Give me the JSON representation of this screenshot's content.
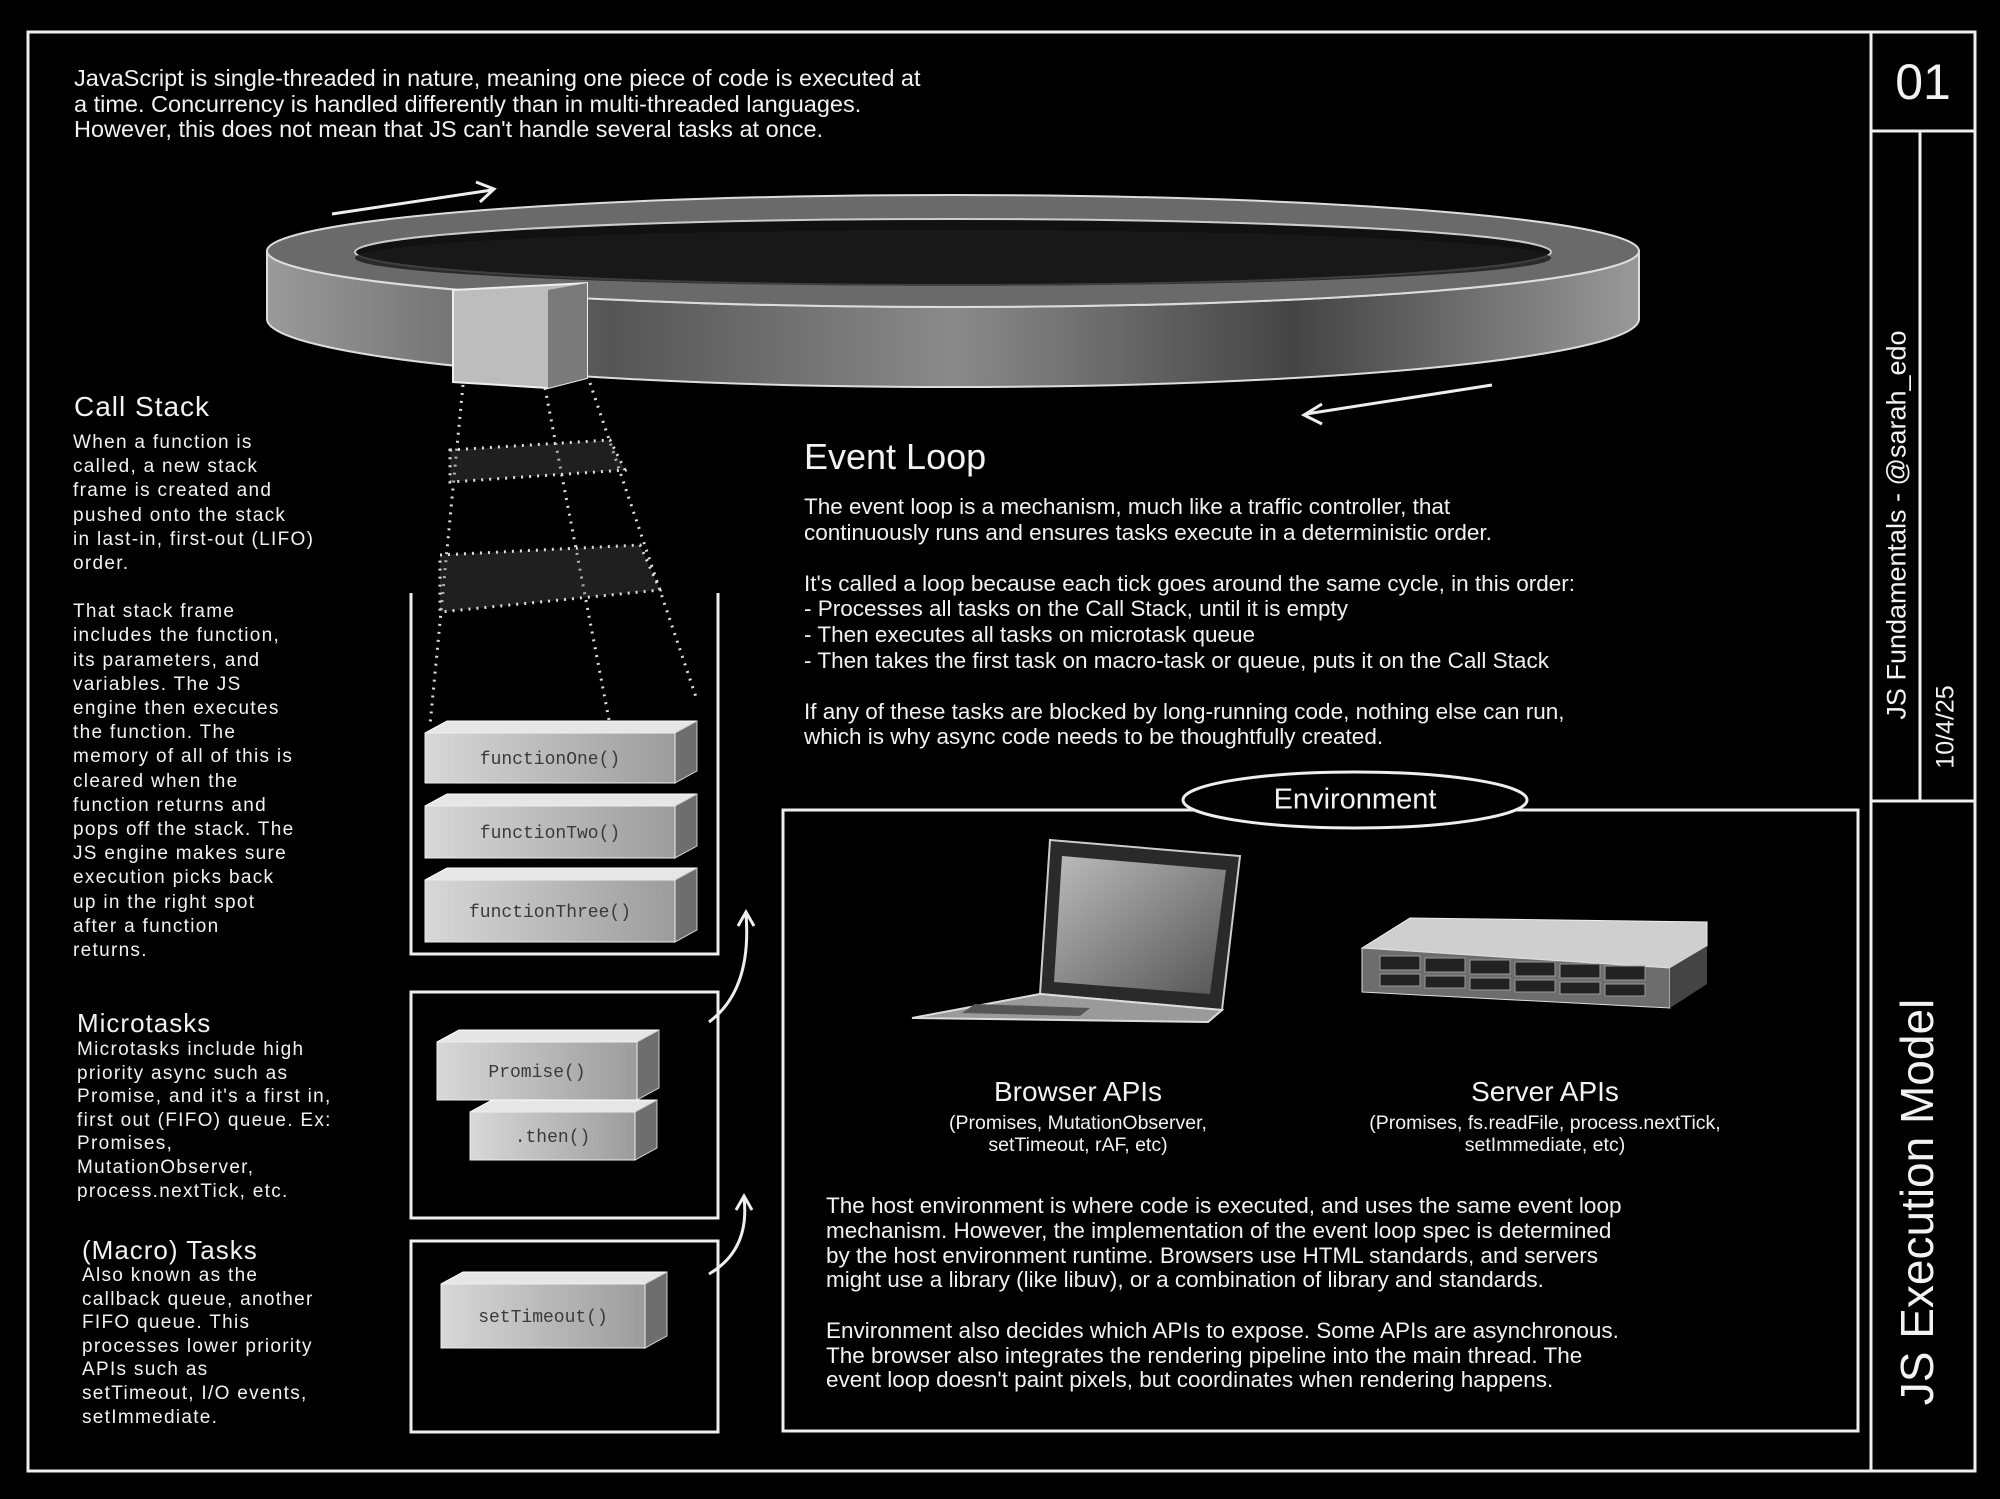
{
  "intro": {
    "lines": [
      "JavaScript is single-threaded in nature, meaning one piece of code is executed at",
      "a time. Concurrency is handled differently than in multi-threaded languages.",
      "However, this does not mean that JS can't handle several tasks at once."
    ]
  },
  "call_stack": {
    "title": "Call Stack",
    "para1": [
      "When a function is",
      "called, a new stack",
      "frame is created and",
      "pushed onto the stack",
      "in last-in, first-out (LIFO)",
      "order."
    ],
    "para2": [
      "That stack frame",
      "includes the function,",
      "its parameters, and",
      "variables. The JS",
      "engine then executes",
      "the function. The",
      "memory of all of this is",
      "cleared when the",
      "function returns and",
      "pops off the stack. The",
      "JS engine makes sure",
      "execution picks back",
      "up in the right spot",
      "after a function",
      "returns."
    ],
    "frames": [
      "functionOne()",
      "functionTwo()",
      "functionThree()"
    ]
  },
  "microtasks": {
    "title": "Microtasks",
    "lines": [
      "Microtasks include high",
      "priority async such as",
      "Promise, and it's a first in,",
      "first out (FIFO) queue. Ex:",
      "Promises,",
      "MutationObserver,",
      "process.nextTick, etc."
    ],
    "items": [
      "Promise()",
      ".then()"
    ]
  },
  "macrotasks": {
    "title": "(Macro) Tasks",
    "lines": [
      "Also known as the",
      "callback queue, another",
      "FIFO queue. This",
      "processes lower priority",
      "APIs such as",
      "setTimeout, I/O events,",
      "setImmediate."
    ],
    "items": [
      "setTimeout()"
    ]
  },
  "event_loop": {
    "title": "Event Loop",
    "para1": [
      "The event loop is a mechanism, much like a traffic controller, that",
      "continuously runs and ensures tasks execute in a deterministic order."
    ],
    "para2": [
      "It's called a loop because each tick goes around the same cycle, in this order:",
      "- Processes all tasks on the Call Stack, until it is empty",
      "- Then executes all tasks on microtask queue",
      "- Then takes the first task on macro-task or queue, puts it on the Call Stack"
    ],
    "para3": [
      "If any of these tasks are blocked by long-running code, nothing else can run,",
      "which is why async code needs to be thoughtfully created."
    ]
  },
  "environment": {
    "label": "Environment",
    "browser": {
      "title": "Browser APIs",
      "sub": [
        "(Promises, MutationObserver,",
        "setTimeout, rAF, etc)"
      ]
    },
    "server": {
      "title": "Server APIs",
      "sub": [
        "(Promises, fs.readFile, process.nextTick,",
        "setImmediate, etc)"
      ]
    },
    "para1": [
      "The host environment is where code is executed, and uses the same event loop",
      "mechanism. However, the implementation of the event loop spec is determined",
      "by the host environment runtime. Browsers use HTML standards, and servers",
      "might use a library (like libuv), or a combination of library and standards."
    ],
    "para2": [
      "Environment also decides which APIs to expose. Some APIs are asynchronous.",
      "The browser also integrates the rendering pipeline into the main thread. The",
      "event loop doesn't paint pixels, but coordinates when rendering happens."
    ]
  },
  "sidebar": {
    "number": "01",
    "series": "JS Fundamentals - @sarah_edo",
    "date": "10/4/25",
    "title": "JS Execution Model"
  }
}
